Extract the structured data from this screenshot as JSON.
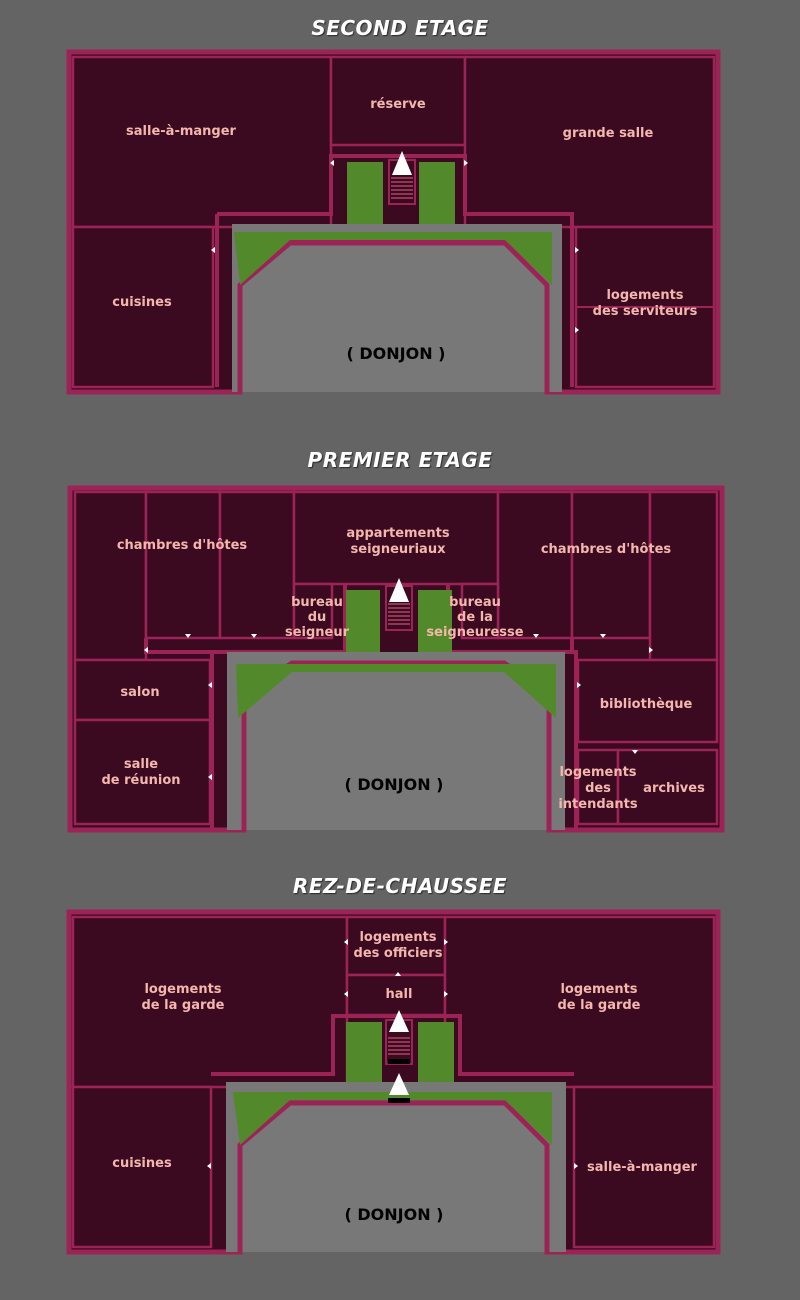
{
  "floors": [
    {
      "title": "SECOND ETAGE",
      "center": "( DONJON )",
      "rooms": {
        "r1": [
          "salle-à-manger"
        ],
        "r2": [
          "réserve"
        ],
        "r3": [
          "grande salle"
        ],
        "r4": [
          "cuisines"
        ],
        "r5": [
          "logements",
          "des serviteurs"
        ]
      }
    },
    {
      "title": "PREMIER ETAGE",
      "center": "( DONJON )",
      "rooms": {
        "r1": [
          "chambres d'hôtes"
        ],
        "r2": [
          "appartements",
          "seigneuriaux"
        ],
        "r3": [
          "chambres d'hôtes"
        ],
        "r4": [
          "bureau",
          "du",
          "seigneur"
        ],
        "r5": [
          "bureau",
          "de la",
          "seigneuresse"
        ],
        "r6": [
          "salon"
        ],
        "r7": [
          "salle",
          "de réunion"
        ],
        "r8": [
          "bibliothèque"
        ],
        "r9": [
          "logements",
          "des",
          "intendants"
        ],
        "r10": [
          "archives"
        ]
      }
    },
    {
      "title": "REZ-DE-CHAUSSEE",
      "center": "( DONJON )",
      "rooms": {
        "r1": [
          "logements",
          "de la garde"
        ],
        "r2": [
          "logements",
          "des officiers"
        ],
        "r3": [
          "hall"
        ],
        "r4": [
          "logements",
          "de la garde"
        ],
        "r5": [
          "cuisines"
        ],
        "r6": [
          "salle-à-manger"
        ]
      }
    }
  ],
  "colors": {
    "background": "#646464",
    "room_fill": "#3b0a20",
    "wall": "#9c2356",
    "grass": "#528a2b",
    "label": "#f4b7ae"
  }
}
